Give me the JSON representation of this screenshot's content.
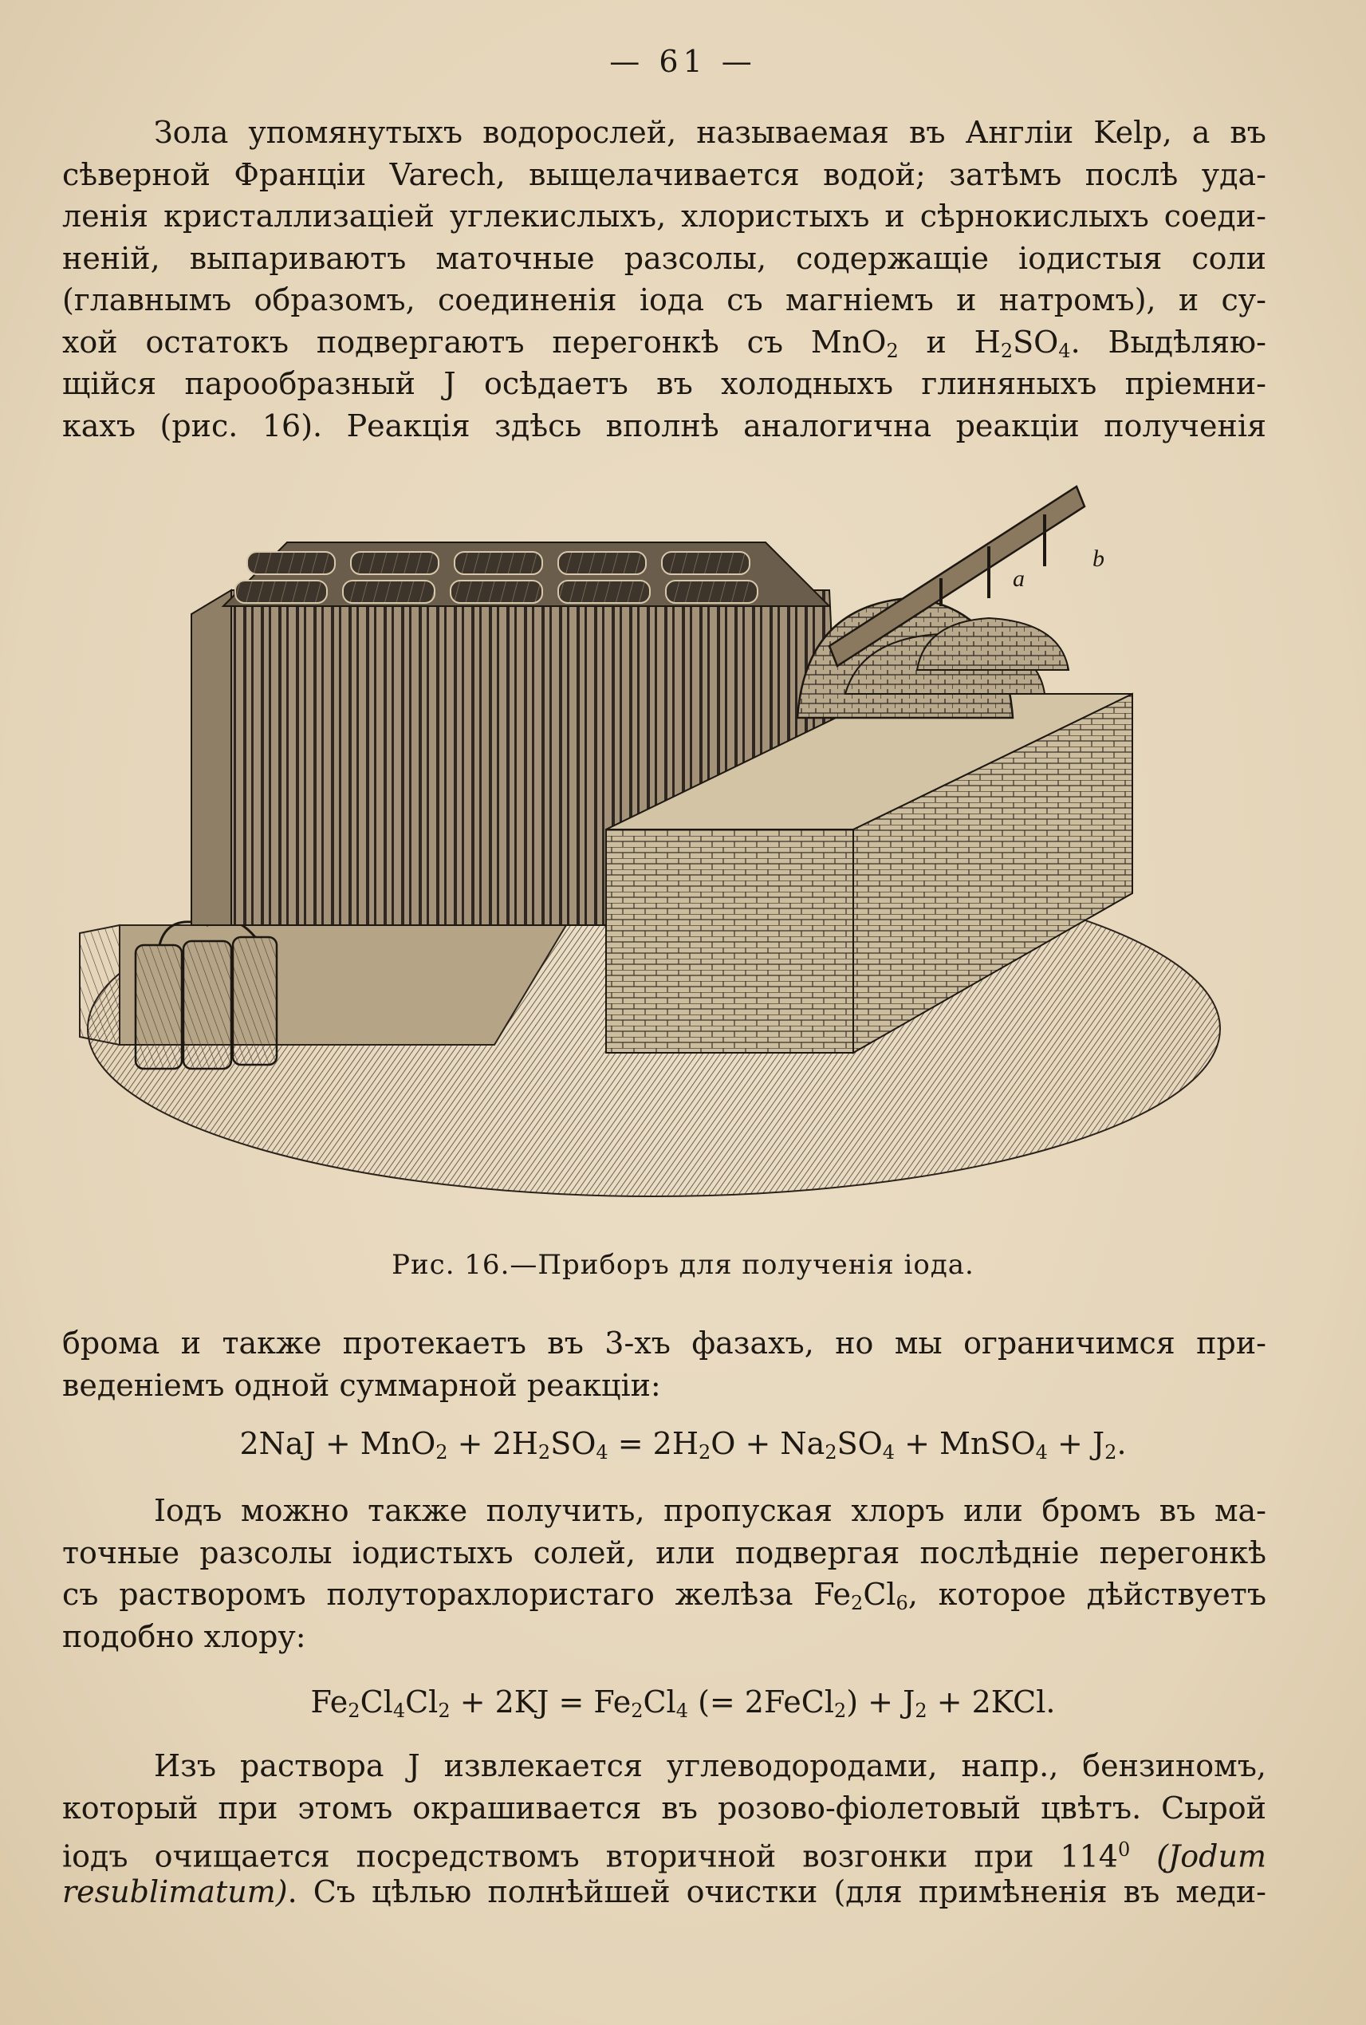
{
  "page_number": "— 61 —",
  "para1": {
    "lines": [
      "Зола упомянутыхъ водорослей, называемая въ Англіи Kelp, а въ",
      "сѣверной Франціи Varech, выщелачивается водой; затѣмъ послѣ уда-",
      "ленія кристаллизаціей углекислыхъ, хлористыхъ и сѣрнокислыхъ соеди-",
      "неній, выпариваютъ маточные разсолы, содержащіе іодистыя соли",
      "(главнымъ образомъ, соединенія іода съ магніемъ и натромъ), и су-"
    ],
    "line6_prefix": "хой остатокъ подвергаютъ перегонкѣ съ ",
    "line6_f1": "MnO",
    "line6_s1": "2",
    "line6_mid": " и ",
    "line6_f2a": "H",
    "line6_s2": "2",
    "line6_f2b": "SO",
    "line6_s3": "4",
    "line6_suffix": ". Выдѣляю-",
    "line7": "щійся парообразный J осѣдаетъ въ холодныхъ глиняныхъ пріемни-",
    "line8": "кахъ (рис. 16). Реакція здѣсь вполнѣ аналогична реакціи полученія"
  },
  "figure": {
    "caption": "Рис. 16.—Приборъ для полученія іода.",
    "label_a": "a",
    "label_b": "b"
  },
  "para2": {
    "line1": "брома и также протекаетъ въ 3-хъ фазахъ, но мы ограничимся при-",
    "line2": "веденіемъ одной суммарной реакціи:"
  },
  "formula1": {
    "t1": "2NaJ + MnO",
    "s1": "2",
    "t2": " + 2H",
    "s2": "2",
    "t3": "SO",
    "s3": "4",
    "t4": " = 2H",
    "s4": "2",
    "t5": "O + Na",
    "s5": "2",
    "t6": "SO",
    "s6": "4",
    "t7": " + MnSO",
    "s7": "4",
    "t8": " + J",
    "s8": "2",
    "t9": "."
  },
  "para3": {
    "line1": "Іодъ можно также получить, пропуская хлоръ или бромъ въ ма-",
    "line2": "точные разсолы іодистыхъ солей, или подвергая послѣдніе перегонкѣ",
    "line3_prefix": "съ растворомъ полуторахлористаго желѣза Fe",
    "line3_s1": "2",
    "line3_mid": "Cl",
    "line3_s2": "6",
    "line3_suffix": ", которое дѣйствуетъ",
    "line4": "подобно хлору:"
  },
  "formula2": {
    "t1": "Fe",
    "s1": "2",
    "t2": "Cl",
    "s2": "4",
    "t3": "Cl",
    "s3": "2",
    "t4": " + 2KJ = Fe",
    "s4": "2",
    "t5": "Cl",
    "s5": "4",
    "t6": " (= 2FeCl",
    "s6": "2",
    "t7": ") + J",
    "s7": "2",
    "t8": " + 2KCl."
  },
  "para4": {
    "line1": "Изъ раствора J извлекается углеводородами, напр., бензиномъ,",
    "line2": "который при этомъ окрашивается въ розово-фіолетовый цвѣтъ. Сырой",
    "line3_prefix": "іодъ очищается посредствомъ вторичной возгонки при 114",
    "line3_sup": "0",
    "line3_italic": "(Jodum",
    "line4_italic": "resublimatum)",
    "line4_suffix": ". Съ цѣлью полнѣйшей очистки (для примѣненія въ меди-"
  }
}
